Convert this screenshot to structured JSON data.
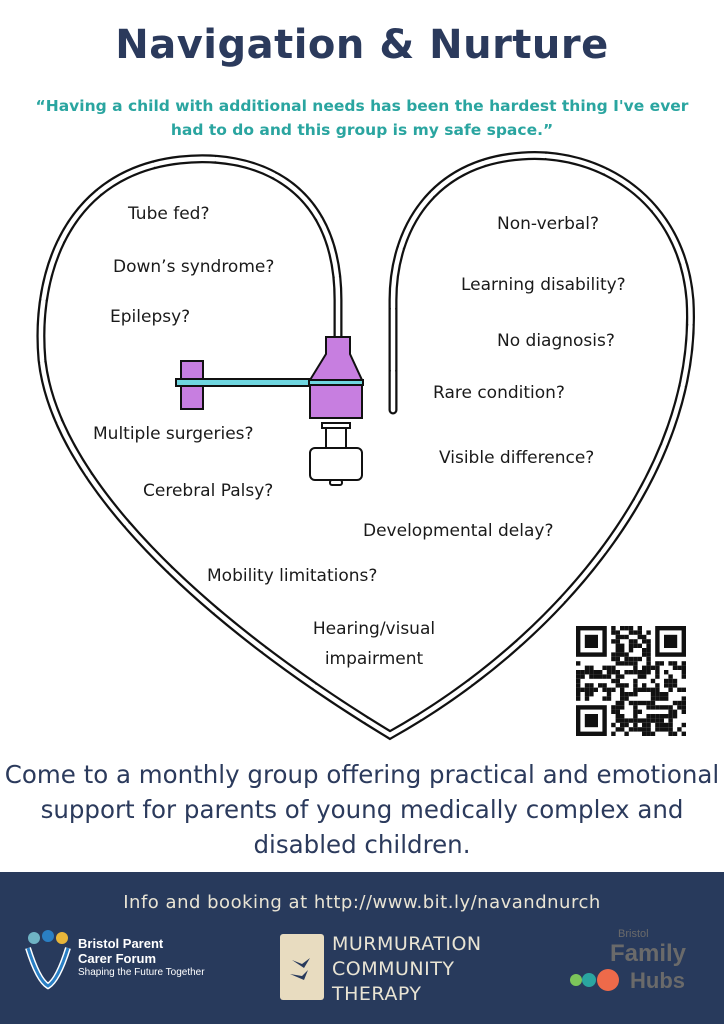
{
  "title": "Navigation & Nurture",
  "quote": "“Having a child with additional needs  has been the hardest thing  I've ever had to do and this group is my safe space.”",
  "questions_left": [
    "Tube fed?",
    "Down’s syndrome?",
    "Epilepsy?",
    "Multiple surgeries?",
    "Cerebral Palsy?",
    "Mobility limitations?"
  ],
  "questions_right": [
    "Non-verbal?",
    "Learning disability?",
    "No diagnosis?",
    "Rare condition?",
    "Visible difference?",
    "Developmental delay?"
  ],
  "questions_bottom": "Hearing/visual impairment",
  "invite": "Come to a monthly group offering practical and emotional support for parents of young medically complex and disabled children.",
  "footer": {
    "info": "Info and booking at http://www.bit.ly/navandnurch",
    "logos": {
      "bpcf": {
        "line1": "Bristol Parent",
        "line2": "Carer Forum",
        "tagline": "Shaping the Future Together"
      },
      "murmuration": {
        "line1": "MURMURATION",
        "line2": "COMMUNITY",
        "line3": "THERAPY"
      },
      "family_hubs": {
        "line1": "Bristol",
        "line2": "Family",
        "line3": "Hubs"
      }
    }
  },
  "colors": {
    "navy": "#283a5c",
    "teal": "#2aa5a0",
    "purple": "#c77ee0",
    "cyan": "#6fd6e0"
  }
}
